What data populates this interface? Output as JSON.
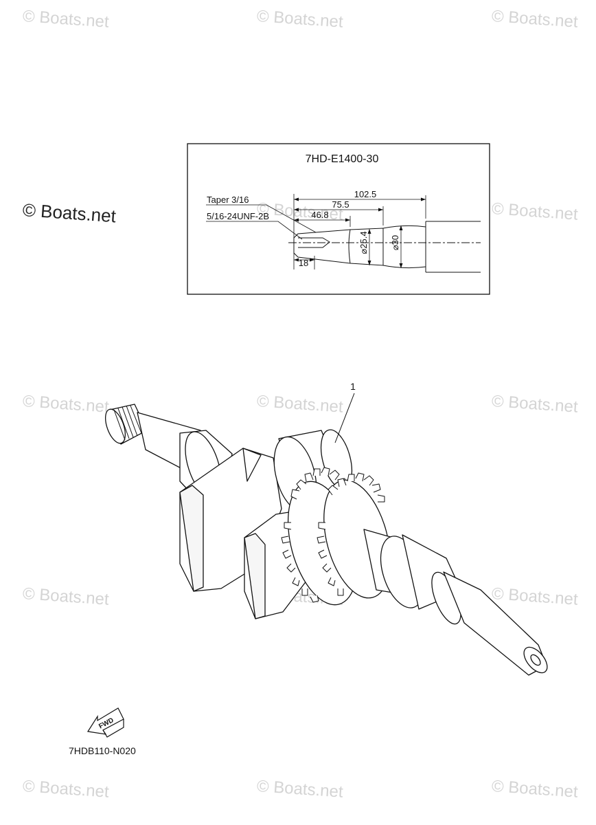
{
  "watermarks": [
    "© Boats.net",
    "© Boats.net",
    "© Boats.net",
    "© Boats.net",
    "© Boats.net",
    "© Boats.net",
    "© Boats.net",
    "© Boats.net",
    "© Boats.net",
    "© Boats.net",
    "© Boats.net",
    "© Boats.net",
    "© Boats.net",
    "© Boats.net",
    "© Boats.net"
  ],
  "detail": {
    "part_number": "7HD-E1400-30",
    "taper_label": "Taper  3/16",
    "thread_label": "5/16-24UNF-2B",
    "dim_102_5": "102.5",
    "dim_75_5": "75.5",
    "dim_46_8": "46.8",
    "dim_18": "18",
    "dia_25_4": "⌀25.4",
    "dia_30": "⌀30"
  },
  "callout": {
    "ref": "1"
  },
  "fwd_label": "FWD",
  "diagram_code": "7HDB110-N020"
}
